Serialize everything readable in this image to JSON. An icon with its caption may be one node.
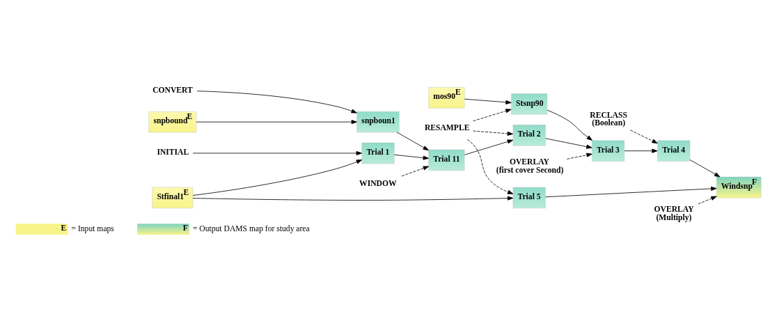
{
  "diagram": {
    "nodes": [
      {
        "text": [
          "mos90$^{E}$"
        ]
      },
      {
        "text": [
          "CONVERT"
        ]
      },
      {
        "text": [
          "snpboun1"
        ]
      },
      {
        "text": [
          "snpbound$^{E}$"
        ]
      },
      {
        "text": [
          "INITIAL"
        ]
      },
      {
        "text": [
          "Trial 1"
        ]
      },
      {
        "text": [
          "Stfinal1$^{E}$"
        ]
      },
      {
        "text": [
          "Trial 11"
        ]
      },
      {
        "text": [
          "WINDOW"
        ]
      },
      {
        "text": [
          "RESAMPLE"
        ]
      },
      {
        "text": [
          "Stsnp90"
        ]
      },
      {
        "text": [
          "Trial 2"
        ]
      },
      {
        "text": [
          "Trial 3"
        ]
      },
      {
        "text": [
          "OVERLAY",
          "(first cover Second)"
        ]
      },
      {
        "text": [
          "RECLASS",
          "(Boolean)"
        ]
      },
      {
        "text": [
          "Trial 4"
        ]
      },
      {
        "text": [
          "Trial 5"
        ]
      },
      {
        "text": [
          "OVERLAY",
          "(Multiply)"
        ]
      },
      {
        "text": [
          "Windsnp$^{F}$"
        ]
      }
    ],
    "edges": [
      {
        "from": 0,
        "to": 10,
        "arrow": "to"
      },
      {
        "from": 1,
        "to": 2,
        "arrow": "to"
      },
      {
        "from": 3,
        "to": 2,
        "arrow": "to"
      },
      {
        "from": 4,
        "to": 5,
        "arrow": "to"
      },
      {
        "from": 6,
        "to": 5,
        "arrow": "to"
      },
      {
        "from": 2,
        "to": 7,
        "arrow": "to"
      },
      {
        "from": 5,
        "to": 7,
        "arrow": "to"
      },
      {
        "from": 8,
        "to": 7,
        "arrow": "to",
        "style": "dashed"
      },
      {
        "from": 7,
        "to": 11,
        "arrow": "to"
      },
      {
        "from": 6,
        "to": 16,
        "arrow": "to"
      },
      {
        "from": 9,
        "to": 10,
        "arrow": "to",
        "style": "dashed"
      },
      {
        "from": 9,
        "to": 11,
        "arrow": "to",
        "style": "dashed"
      },
      {
        "from": 9,
        "to": 16,
        "arrow": "to",
        "style": "dashed"
      },
      {
        "from": 10,
        "to": 12,
        "arrow": "to"
      },
      {
        "from": 11,
        "to": 12,
        "arrow": "to"
      },
      {
        "from": 13,
        "to": 12,
        "arrow": "to",
        "style": "dashed"
      },
      {
        "from": 12,
        "to": 15,
        "arrow": "to"
      },
      {
        "from": 14,
        "to": 15,
        "arrow": "to",
        "style": "dashed"
      },
      {
        "from": 15,
        "to": 18,
        "arrow": "to"
      },
      {
        "from": 16,
        "to": 18,
        "arrow": "to"
      },
      {
        "from": 17,
        "to": 18,
        "arrow": "to",
        "style": "dashed"
      }
    ],
    "labels": [
      "E",
      "F"
    ],
    "legend": [
      {
        "text": "= Input maps",
        "color": "#f8f48a"
      },
      {
        "text": "= Output DAMS map for study area",
        "color": "#7fd4bf"
      }
    ]
  }
}
